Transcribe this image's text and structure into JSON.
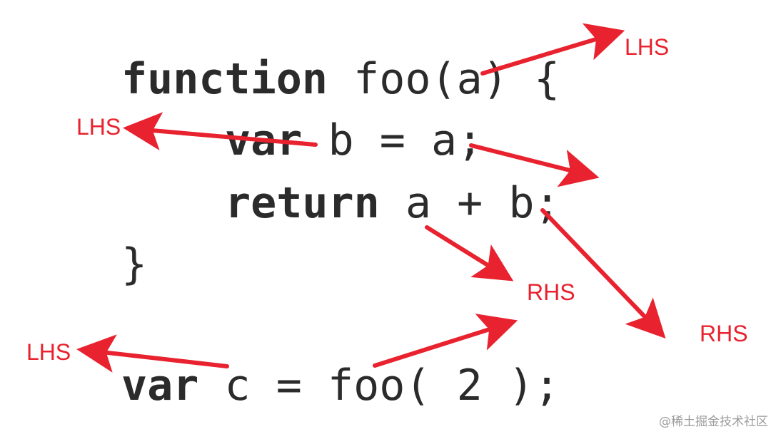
{
  "code": {
    "line1": {
      "keyword": "function",
      "rest": " foo(a) {"
    },
    "line2": {
      "keyword": "var",
      "rest": " b = a;"
    },
    "line3": {
      "keyword": "return",
      "rest": " a + b;"
    },
    "line4": {
      "text": "}"
    },
    "line5": {
      "keyword": "var",
      "rest": " c = foo( 2 );"
    }
  },
  "annotations": {
    "lhs_top": "LHS",
    "lhs_left": "LHS",
    "rhs_mid": "RHS",
    "rhs_right": "RHS",
    "lhs_bottom": "LHS"
  },
  "colors": {
    "annotation": "#e8222e",
    "code": "#2b2b2b"
  },
  "watermark": "@稀土掘金技术社区"
}
